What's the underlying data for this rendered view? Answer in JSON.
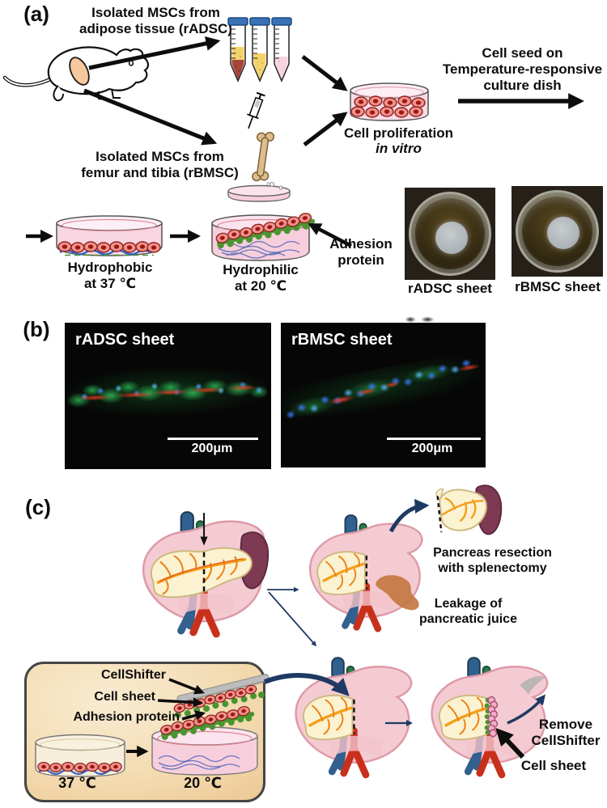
{
  "panel_a": {
    "label": "(a)",
    "adsc_source": "Isolated MSCs from\nadipose tissue (rADSC)",
    "bmsc_source": "Isolated MSCs from\nfemur and tibia (rBMSC)",
    "proliferation_line1": "Cell proliferation",
    "proliferation_line2": "in vitro",
    "seed_caption": "Cell seed on\nTemperature-responsive\nculture dish",
    "hydrophobic_caption": "Hydrophobic\nat 37 ℃",
    "hydrophilic_caption": "Hydrophilic\nat 20 ℃",
    "adhesion_caption": "Adhesion\nprotein",
    "radsc_photo_label": "rADSC sheet",
    "rbmsc_photo_label": "rBMSC sheet"
  },
  "panel_b": {
    "label": "(b)",
    "left_image": {
      "title": "rADSC sheet",
      "scale": "200μm"
    },
    "right_image": {
      "title": "rBMSC sheet",
      "scale": "200μm"
    }
  },
  "panel_c": {
    "label": "(c)",
    "resection_caption": "Pancreas resection\nwith splenectomy",
    "leakage_caption": "Leakage of\npancreatic juice",
    "inset": {
      "cellshifter_label": "CellShifter",
      "cellsheet_label": "Cell sheet",
      "adhesion_label": "Adhesion protein",
      "temp_before": "37 ℃",
      "temp_after": "20 ℃"
    },
    "remove_caption": "Remove\nCellShifter",
    "cellsheet_caption": "Cell sheet"
  },
  "colors": {
    "arrow_black": "#0d0d0d",
    "arrow_navy": "#1e3a63",
    "adhesion_green": "#49952f",
    "cell_body_pink": "#f0938c",
    "cell_nucleus_red": "#9c1713",
    "media_pink": "#f7cfdc",
    "pancreas_cream": "#fbf2d1",
    "stomach_pink": "#f4cbd2",
    "spleen_maroon": "#7e3a52",
    "portal_vein_blue": "#30618e",
    "duct_green": "#2c7a4c",
    "artery_red": "#c9301c",
    "tube_cap_blue": "#3a72b5",
    "inset_background_tan": "#f2d6a8"
  }
}
